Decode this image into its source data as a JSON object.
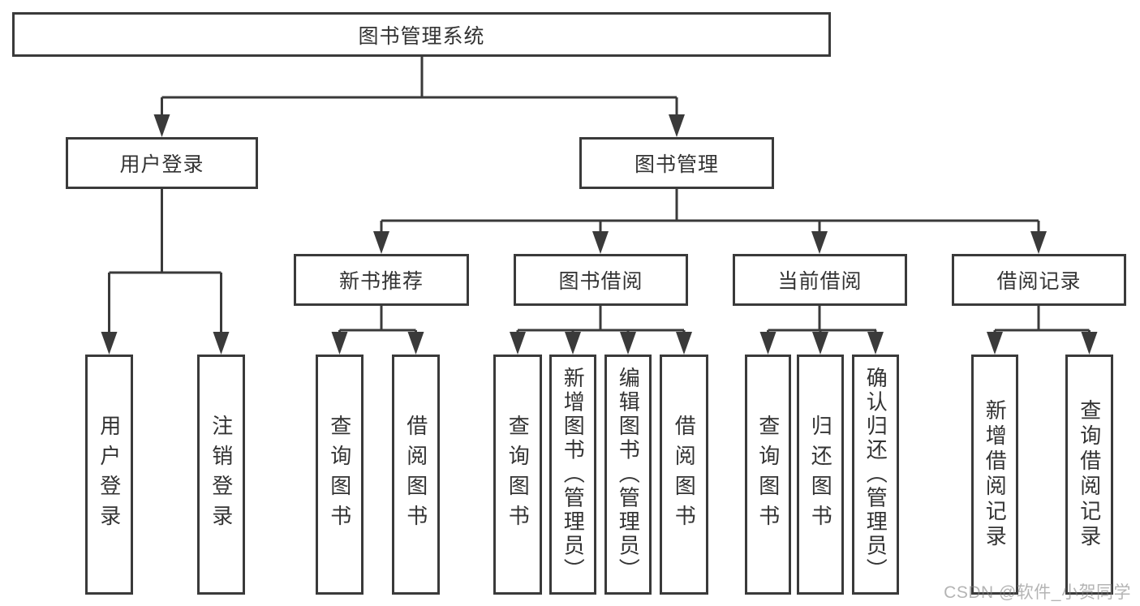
{
  "diagram": {
    "root": {
      "label": "图书管理系统"
    },
    "branches": [
      {
        "label": "用户登录",
        "children": [
          {
            "label": "用户登录"
          },
          {
            "label": "注销登录"
          }
        ]
      },
      {
        "label": "图书管理",
        "children": [
          {
            "label": "新书推荐",
            "children": [
              {
                "label": "查询图书"
              },
              {
                "label": "借阅图书"
              }
            ]
          },
          {
            "label": "图书借阅",
            "children": [
              {
                "label": "查询图书"
              },
              {
                "label": "新增图书（管理员）"
              },
              {
                "label": "编辑图书（管理员）"
              },
              {
                "label": "借阅图书"
              }
            ]
          },
          {
            "label": "当前借阅",
            "children": [
              {
                "label": "查询图书"
              },
              {
                "label": "归还图书"
              },
              {
                "label": "确认归还（管理员）"
              }
            ]
          },
          {
            "label": "借阅记录",
            "children": [
              {
                "label": "新增借阅记录"
              },
              {
                "label": "查询借阅记录"
              }
            ]
          }
        ]
      }
    ]
  },
  "watermark": {
    "text": "CSDN @软件_小贺同学"
  },
  "colors": {
    "line": "#3a3a3a",
    "text": "#333333",
    "background": "#ffffff",
    "watermark": "#b5b5b5"
  }
}
